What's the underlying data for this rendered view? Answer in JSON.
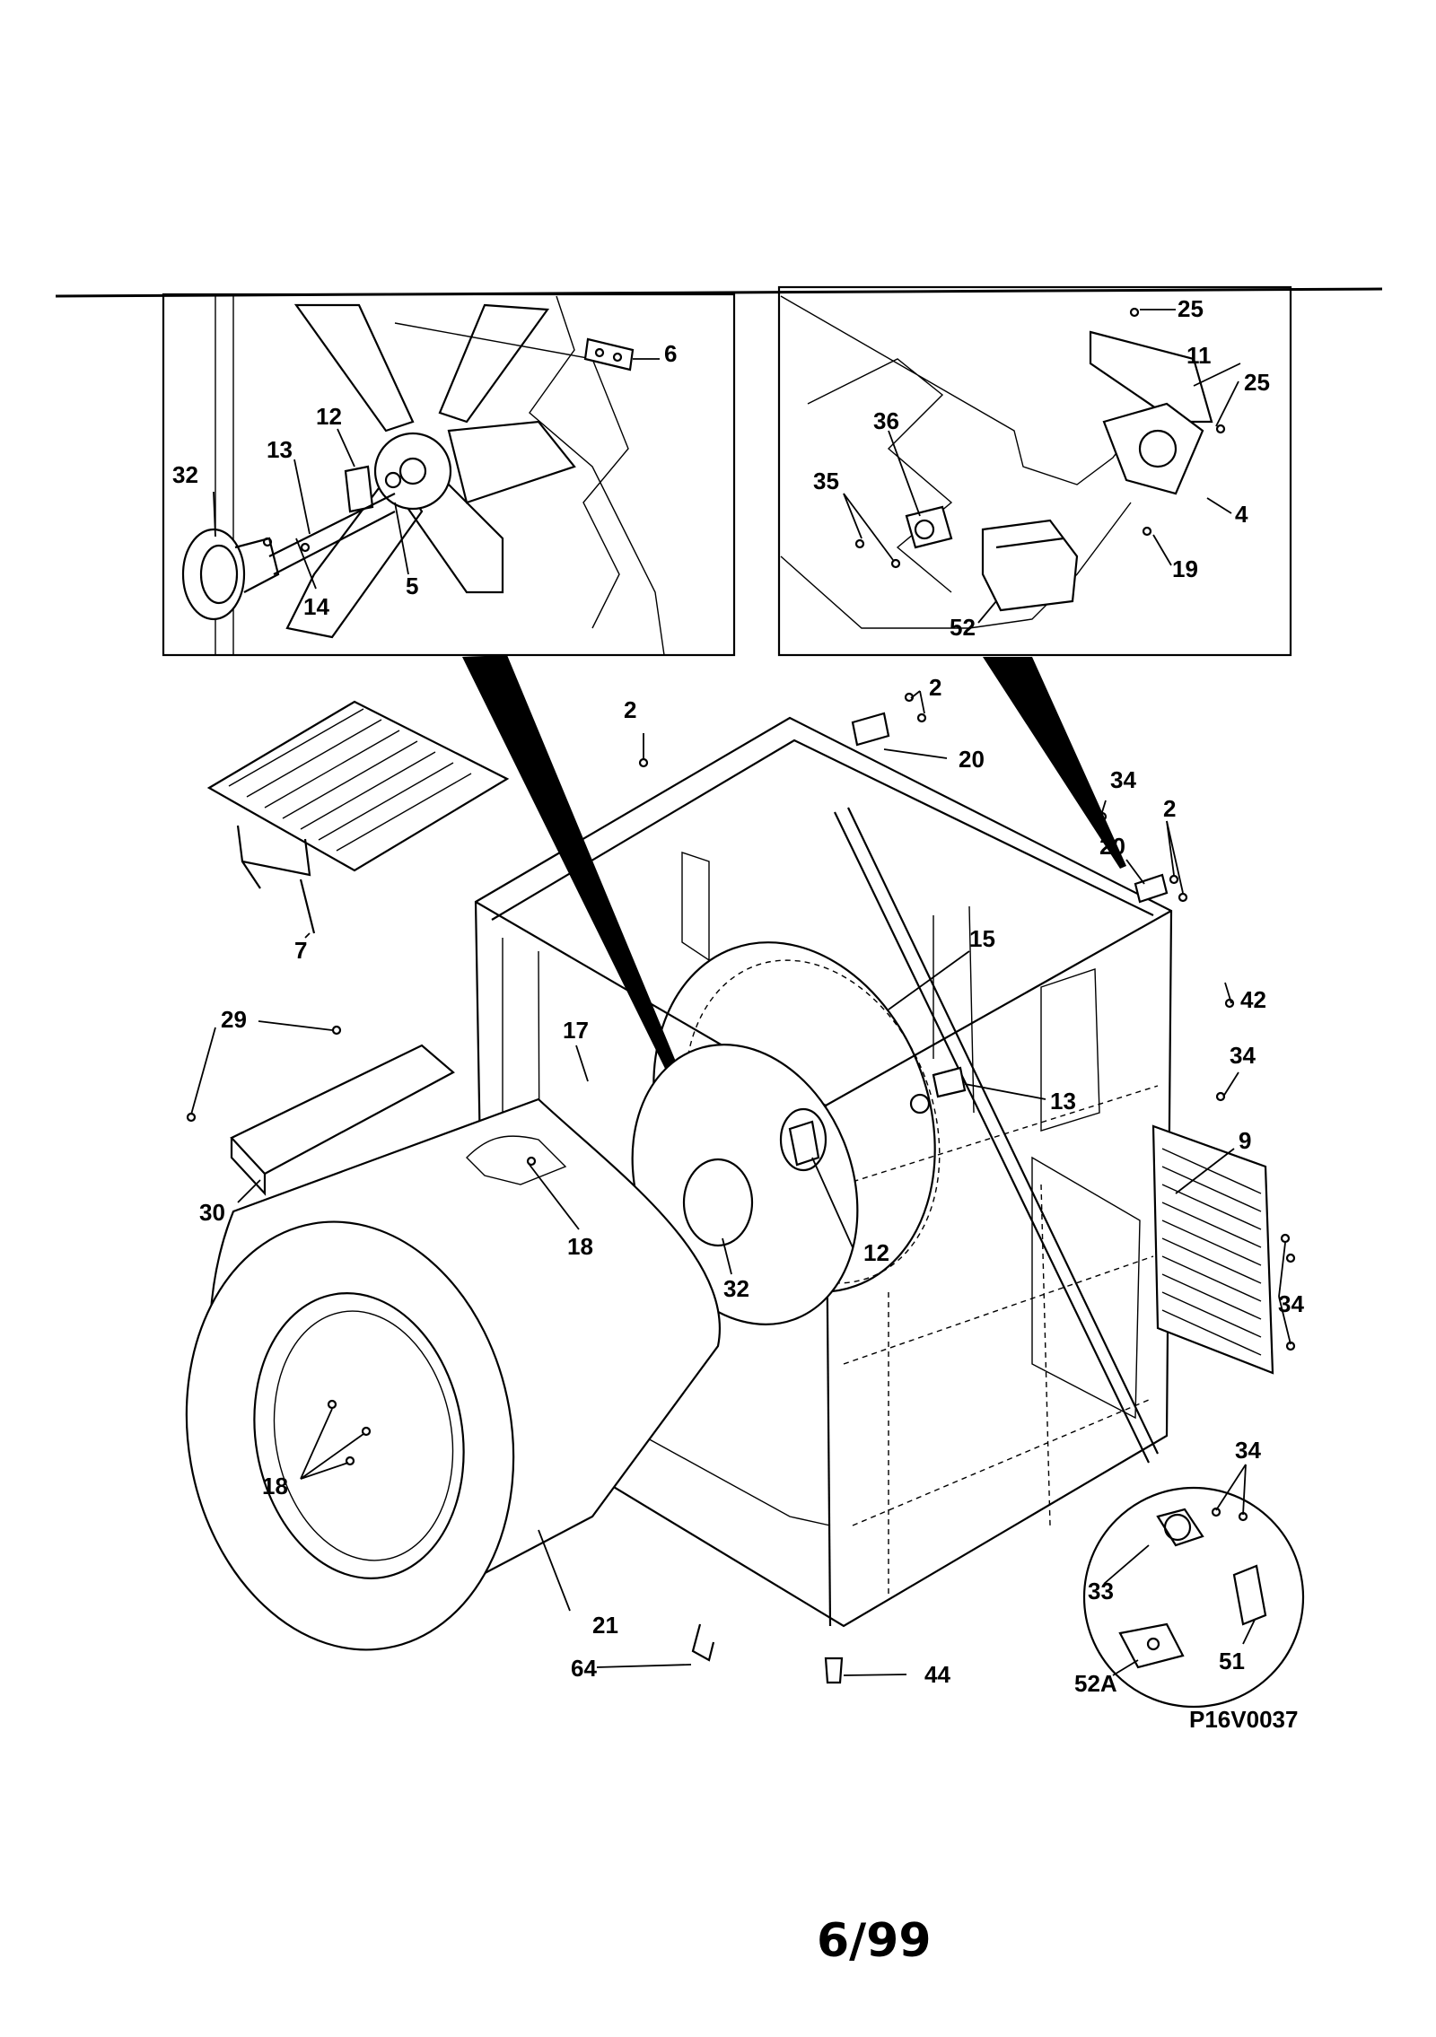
{
  "figure_id": "P16V0037",
  "page_number": "6/99",
  "callouts": {
    "c6": "6",
    "c12a": "12",
    "c13a": "13",
    "c32a": "32",
    "c14": "14",
    "c5": "5",
    "c25a": "25",
    "c11": "11",
    "c25b": "25",
    "c36": "36",
    "c35": "35",
    "c4": "4",
    "c19": "19",
    "c52": "52",
    "c2a": "2",
    "c2b": "2",
    "c20a": "20",
    "c34a": "34",
    "c2c": "2",
    "c20b": "20",
    "c7": "7",
    "c15": "15",
    "c42": "42",
    "c29": "29",
    "c17": "17",
    "c34b": "34",
    "c13b": "13",
    "c9": "9",
    "c30": "30",
    "c18a": "18",
    "c12b": "12",
    "c32b": "32",
    "c34c": "34",
    "c18b": "18",
    "c34d": "34",
    "c21": "21",
    "c33": "33",
    "c51": "51",
    "c64": "64",
    "c44": "44",
    "c52a": "52A"
  }
}
